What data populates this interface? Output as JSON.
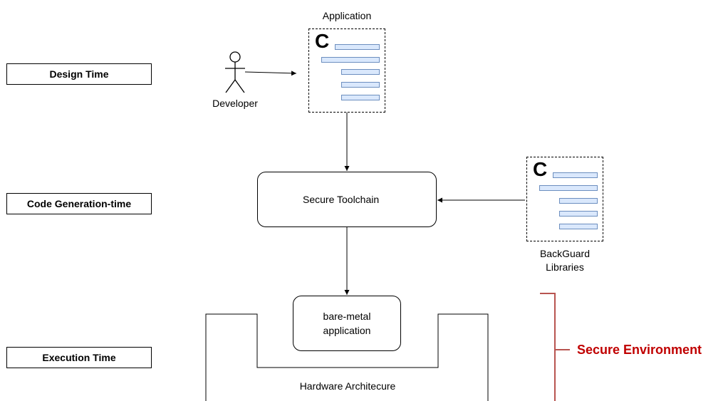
{
  "phases": {
    "design": "Design Time",
    "codegen": "Code Generation-time",
    "execution": "Execution Time"
  },
  "application": {
    "title": "Application",
    "glyph": "C"
  },
  "developer": {
    "label": "Developer"
  },
  "toolchain": {
    "label": "Secure Toolchain"
  },
  "libraries": {
    "glyph": "C",
    "label_line1": "BackGuard",
    "label_line2": "Libraries"
  },
  "baremetal": {
    "line1": "bare-metal",
    "line2": "application"
  },
  "hardware": {
    "label": "Hardware Architecure"
  },
  "secure_env": {
    "label": "Secure Environment",
    "color": "#c00000"
  },
  "colors": {
    "code_bar_fill": "#dae8fc",
    "code_bar_stroke": "#6c8ebf"
  }
}
